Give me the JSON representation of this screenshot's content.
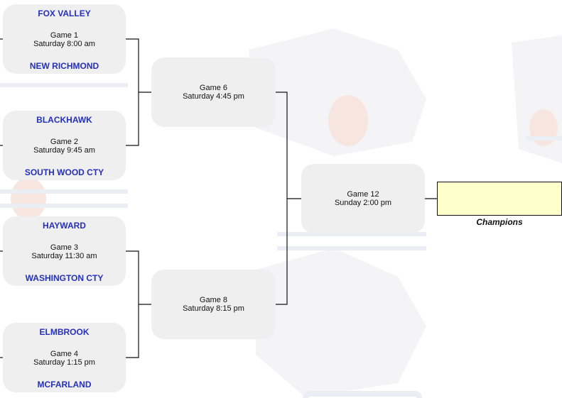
{
  "games": [
    {
      "team_top": "FOX VALLEY",
      "title": "Game 1",
      "time": "Saturday 8:00 am",
      "team_bottom": "NEW RICHMOND"
    },
    {
      "team_top": "BLACKHAWK",
      "title": "Game 2",
      "time": "Saturday 9:45 am",
      "team_bottom": "SOUTH WOOD CTY"
    },
    {
      "team_top": "HAYWARD",
      "title": "Game 3",
      "time": "Saturday 11:30 am",
      "team_bottom": "WASHINGTON CTY"
    },
    {
      "team_top": "ELMBROOK",
      "title": "Game 4",
      "time": "Saturday 1:15 pm",
      "team_bottom": "MCFARLAND"
    }
  ],
  "semis": [
    {
      "title": "Game 6",
      "time": "Saturday 4:45 pm"
    },
    {
      "title": "Game 8",
      "time": "Saturday 8:15 pm"
    }
  ],
  "final": {
    "title": "Game 12",
    "time": "Sunday 2:00 pm"
  },
  "champion": {
    "label": "Champions",
    "name": ""
  },
  "colors": {
    "team_text": "#2530b8",
    "box_fill": "#efefef",
    "champion_fill": "#ffffcc",
    "line": "#111111"
  }
}
